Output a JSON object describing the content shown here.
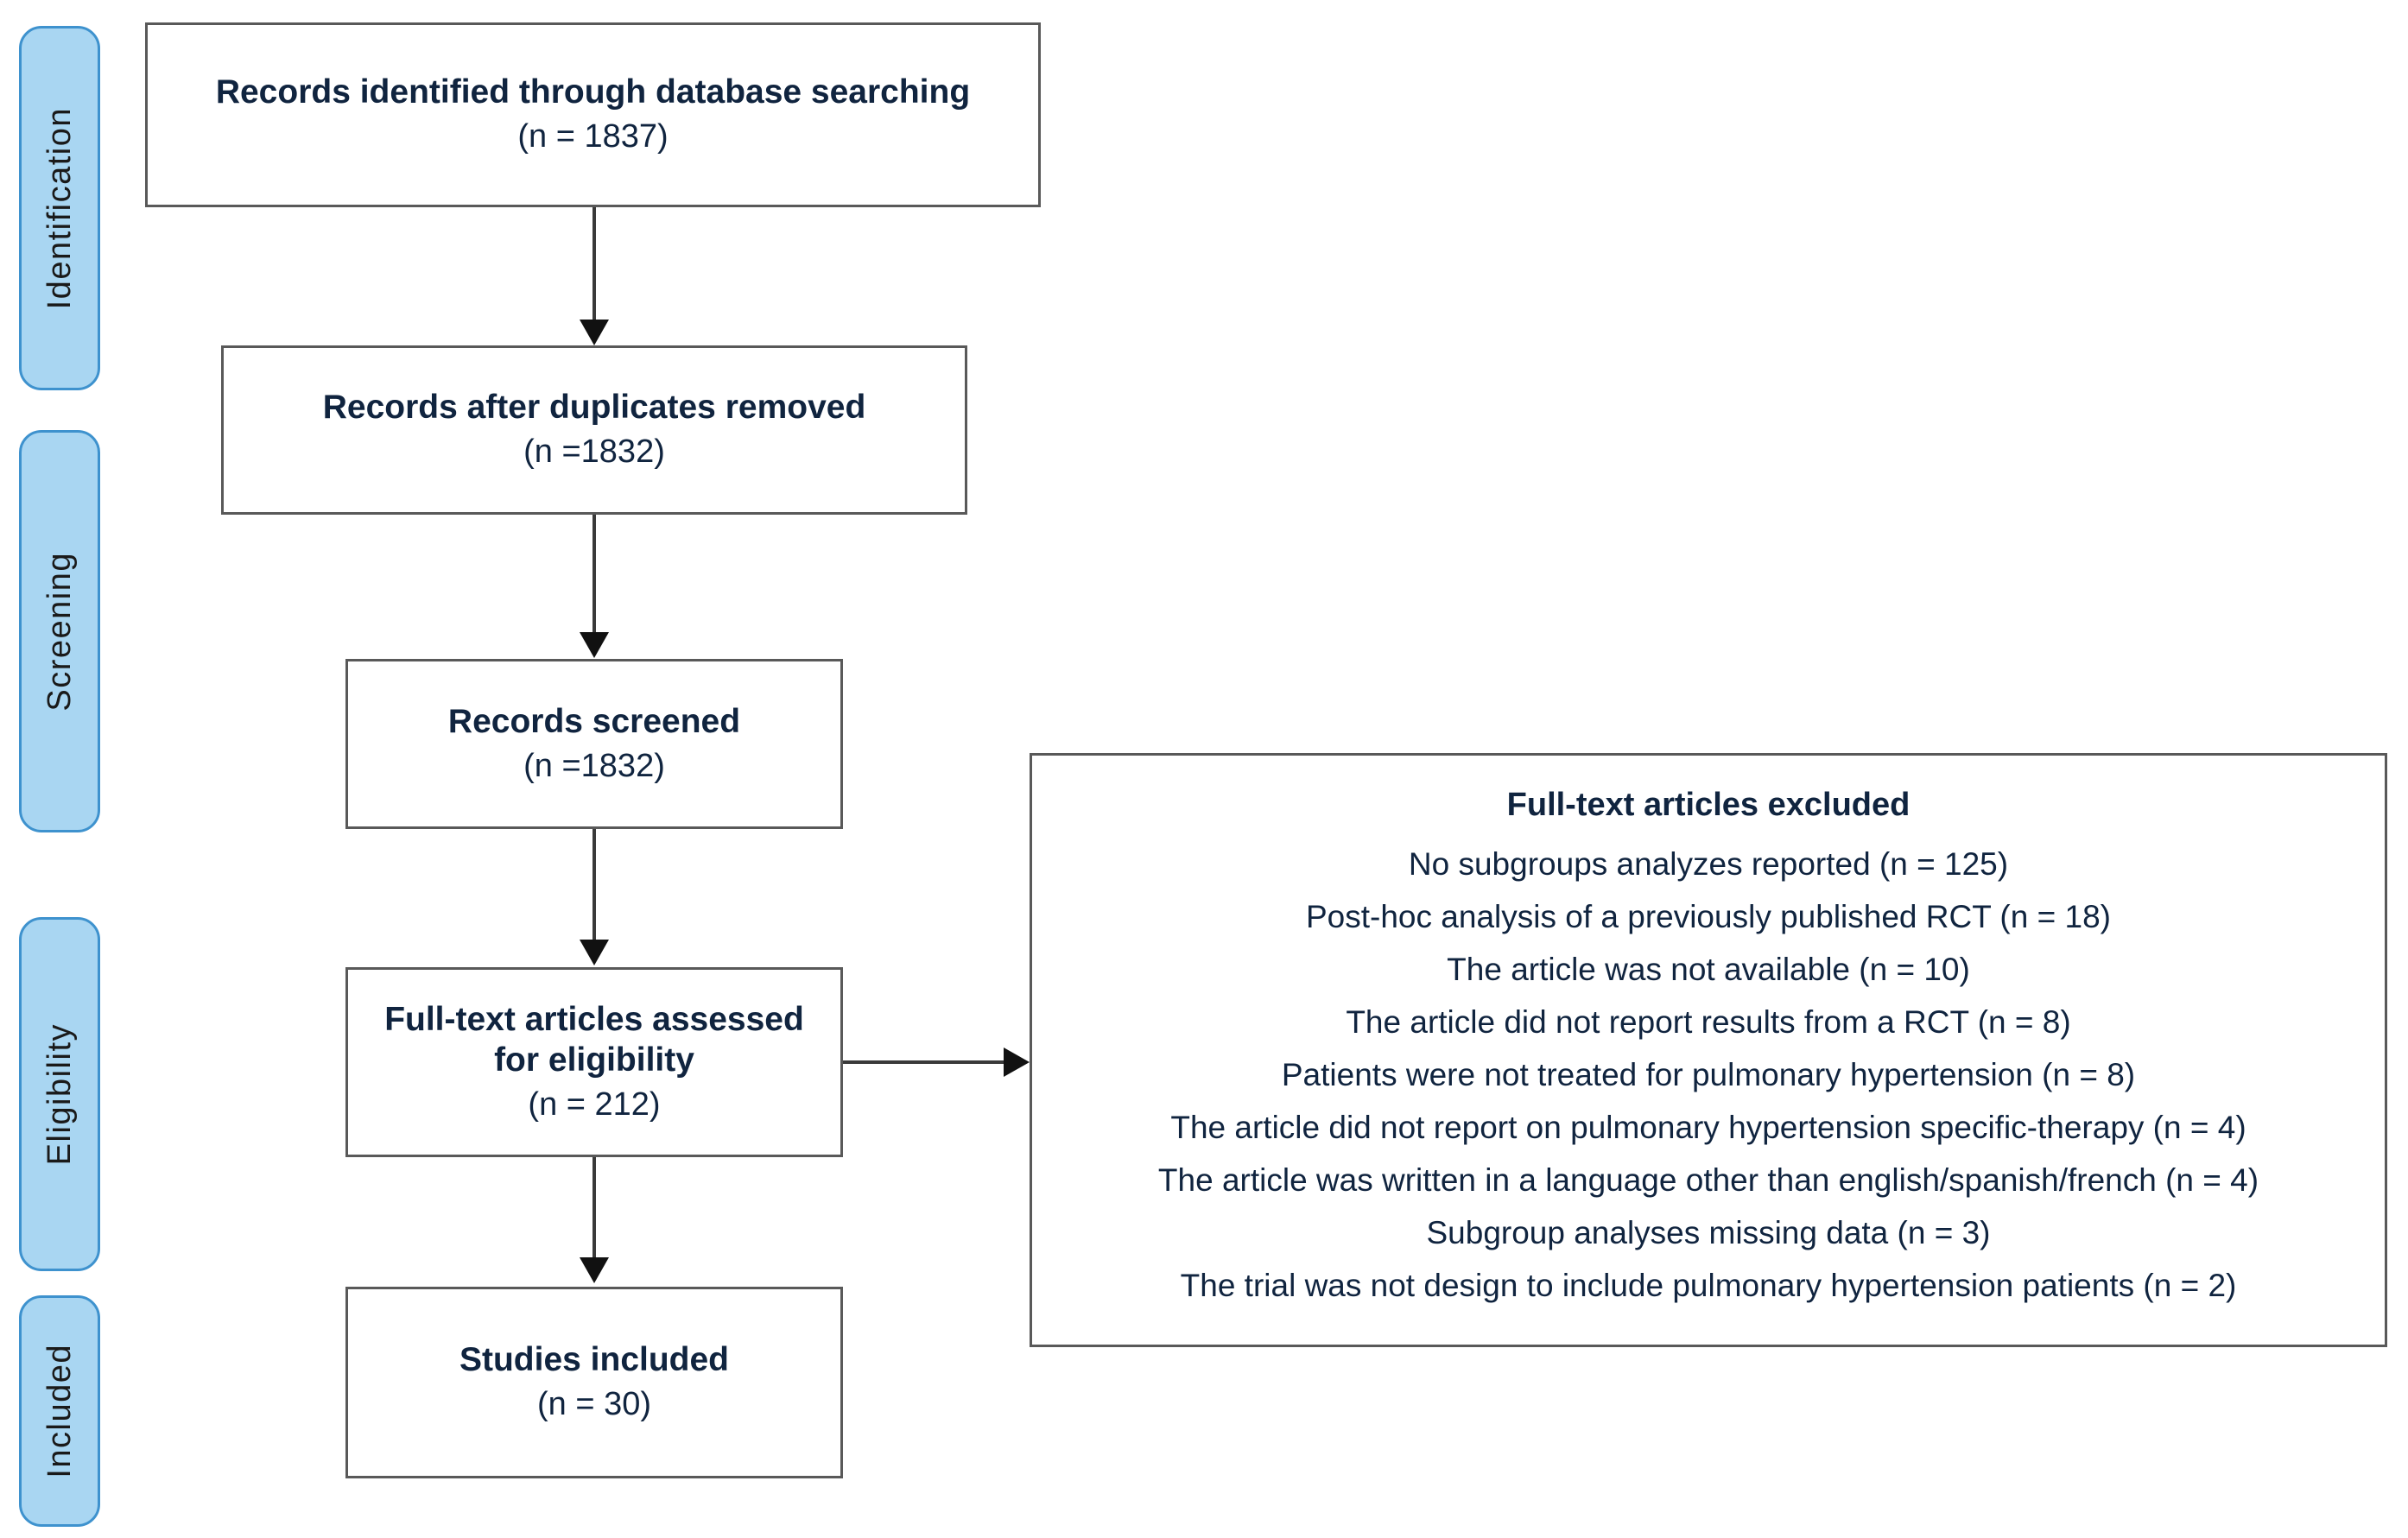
{
  "diagram": {
    "type": "prisma-flow-diagram",
    "colors": {
      "stage_tab_fill": "#a9d6f2",
      "stage_tab_border": "#3e92ce",
      "box_border": "#595959",
      "text": "#10243f",
      "connector": "#3a3a3a"
    }
  },
  "stages": [
    {
      "label": "Identification"
    },
    {
      "label": "Screening"
    },
    {
      "label": "Eligibility"
    },
    {
      "label": "Included"
    }
  ],
  "boxes": [
    {
      "id": "records-identified",
      "title": "Records identified through database searching",
      "count": "(n = 1837)"
    },
    {
      "id": "records-after-duplicates",
      "title": "Records after duplicates removed",
      "count": "(n =1832)"
    },
    {
      "id": "records-screened",
      "title": "Records screened",
      "count": "(n =1832)"
    },
    {
      "id": "fulltext-assessed",
      "title": "Full-text articles assessed\nfor eligibility",
      "count": "(n = 212)"
    },
    {
      "id": "studies-included",
      "title": "Studies included",
      "count": "(n = 30)"
    }
  ],
  "exclusion": {
    "heading": "Full-text articles excluded",
    "items": [
      "No subgroups analyzes reported (n = 125)",
      "Post-hoc analysis of a previously published RCT (n = 18)",
      "The article was not available (n = 10)",
      "The article did not report results from a RCT (n = 8)",
      "Patients were not treated for pulmonary hypertension (n = 8)",
      "The article did not report on pulmonary hypertension specific-therapy (n = 4)",
      "The article was written in a language other than english/spanish/french (n = 4)",
      "Subgroup analyses missing data (n = 3)",
      "The trial was not design to include pulmonary hypertension patients (n = 2)"
    ]
  },
  "chart_data": {
    "type": "table",
    "title": "PRISMA flow diagram",
    "stages": [
      "Identification",
      "Screening",
      "Eligibility",
      "Included"
    ],
    "flow": [
      {
        "stage": "Identification",
        "label": "Records identified through database searching",
        "n": 1837
      },
      {
        "stage": "Identification",
        "label": "Records after duplicates removed",
        "n": 1832
      },
      {
        "stage": "Screening",
        "label": "Records screened",
        "n": 1832
      },
      {
        "stage": "Eligibility",
        "label": "Full-text articles assessed for eligibility",
        "n": 212
      },
      {
        "stage": "Included",
        "label": "Studies included",
        "n": 30
      }
    ],
    "exclusions": [
      {
        "reason": "No subgroups analyzes reported",
        "n": 125
      },
      {
        "reason": "Post-hoc analysis of a previously published RCT",
        "n": 18
      },
      {
        "reason": "The article was not available",
        "n": 10
      },
      {
        "reason": "The article did not report results from a RCT",
        "n": 8
      },
      {
        "reason": "Patients were not treated for pulmonary hypertension",
        "n": 8
      },
      {
        "reason": "The article did not report on pulmonary hypertension specific-therapy",
        "n": 4
      },
      {
        "reason": "The article was written in a language other than english/spanish/french",
        "n": 4
      },
      {
        "reason": "Subgroup analyses missing data",
        "n": 3
      },
      {
        "reason": "The trial was not design to include pulmonary hypertension patients",
        "n": 2
      }
    ]
  }
}
